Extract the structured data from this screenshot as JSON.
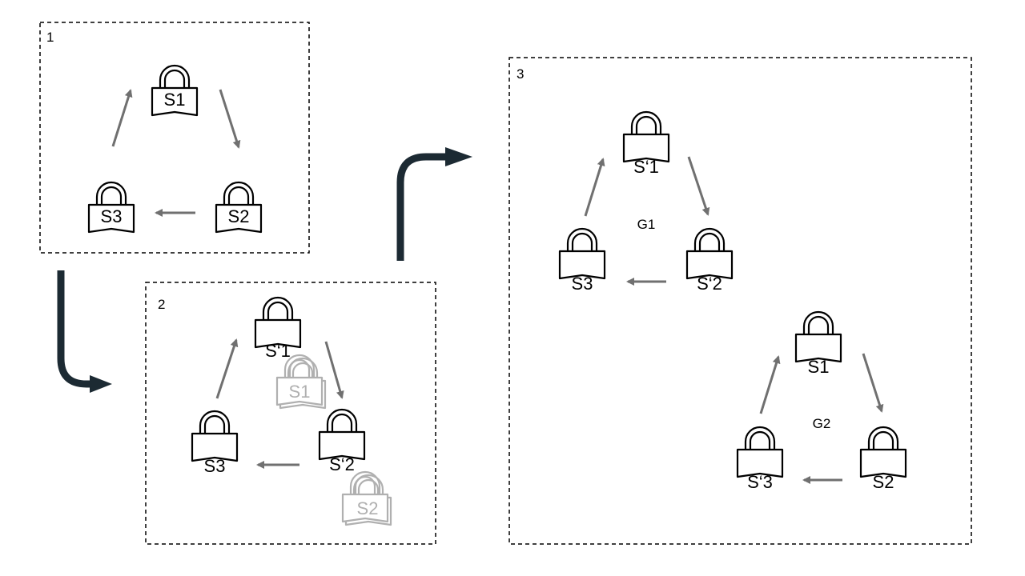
{
  "panels": [
    {
      "number": "1",
      "locks": [
        {
          "label": "S1",
          "ghost": ""
        },
        {
          "label": "S2",
          "ghost": ""
        },
        {
          "label": "S3",
          "ghost": ""
        }
      ]
    },
    {
      "number": "2",
      "locks": [
        {
          "label": "S‘1",
          "ghost": "S1"
        },
        {
          "label": "S‘2",
          "ghost": "S2"
        },
        {
          "label": "S3",
          "ghost": ""
        }
      ]
    },
    {
      "number": "3",
      "groups": [
        {
          "name": "G1",
          "locks": [
            {
              "label": "S‘1"
            },
            {
              "label": "S‘2"
            },
            {
              "label": "S3"
            }
          ]
        },
        {
          "name": "G2",
          "locks": [
            {
              "label": "S1"
            },
            {
              "label": "S2"
            },
            {
              "label": "S‘3"
            }
          ]
        }
      ]
    }
  ],
  "colors": {
    "lock": "#000000",
    "ghost_lock": "#b0b0b0",
    "cycle_arrow": "#707070",
    "flow_arrow": "#1c2a33",
    "border": "#000000"
  },
  "icons": {
    "lock": "padlock-icon",
    "cycle_arrow": "arrow-icon",
    "flow_arrow": "curved-arrow-icon"
  }
}
